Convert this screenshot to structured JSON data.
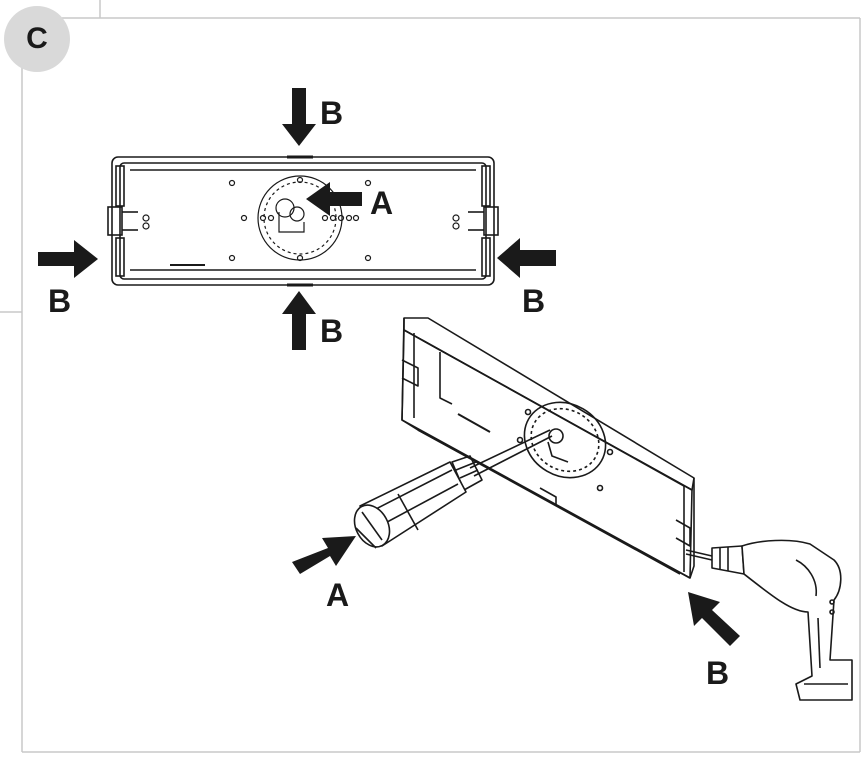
{
  "step": {
    "letter": "C"
  },
  "callouts": {
    "top_b": "B",
    "center_a": "A",
    "left_b": "B",
    "right_b": "B",
    "bottom_b": "B",
    "screwdriver_a": "A",
    "drill_b": "B"
  },
  "colors": {
    "line": "#1a1a1a",
    "frame": "#c8c8c8",
    "badge": "#d9d9d9",
    "arrow": "#1a1a1a"
  },
  "icons": {
    "push_arrow": "arrow-icon",
    "screwdriver": "screwdriver-icon",
    "drill": "drill-icon"
  }
}
